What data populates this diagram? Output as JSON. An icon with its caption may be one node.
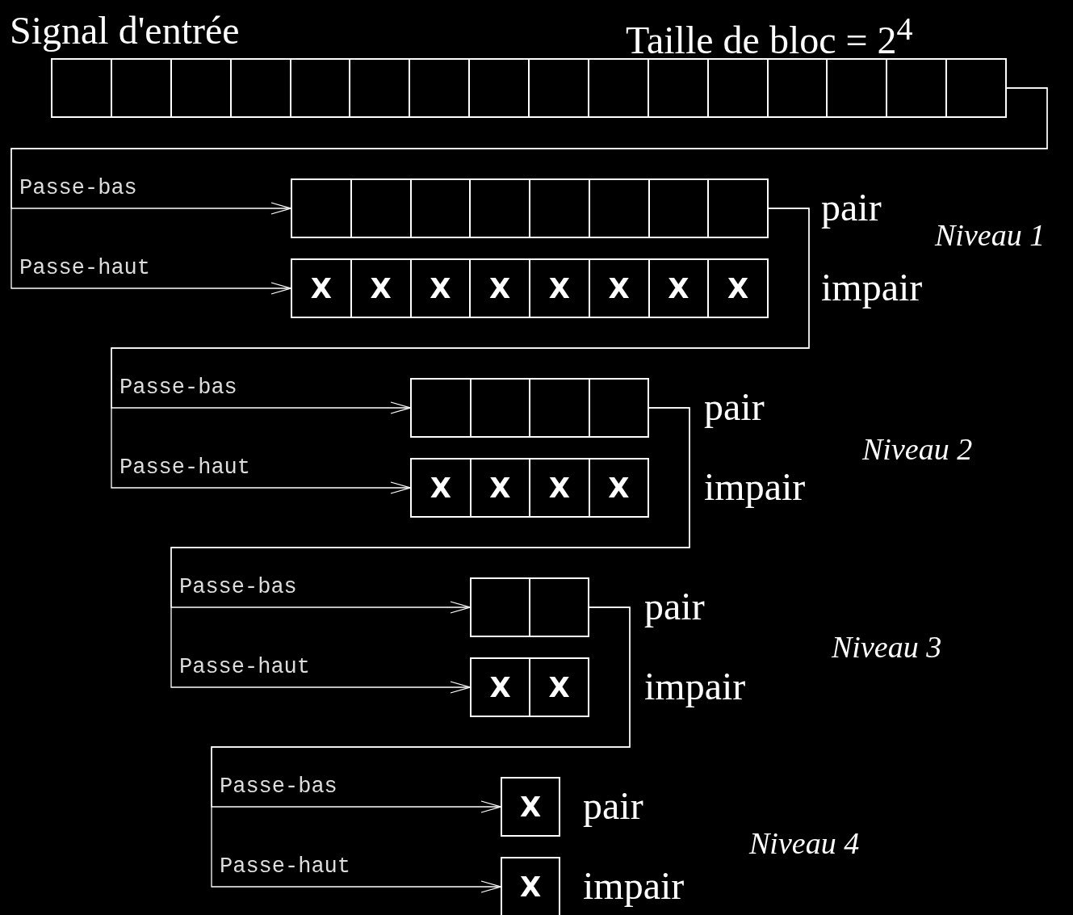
{
  "diagram": {
    "nodes": [
      {
        "text": [],
        "shape": "box"
      },
      {
        "text": [],
        "shape": "box",
        "in": 0
      },
      {
        "text": [],
        "shape": "box",
        "in": 0
      },
      {
        "text": [],
        "shape": "box",
        "in": 0
      },
      {
        "text": [],
        "shape": "box",
        "in": 0
      },
      {
        "text": [],
        "shape": "box",
        "in": 0
      },
      {
        "text": [],
        "shape": "box",
        "in": 0
      },
      {
        "text": [],
        "shape": "box",
        "in": 0
      },
      {
        "text": [],
        "shape": "box",
        "in": 0
      },
      {
        "text": [],
        "shape": "box",
        "in": 0
      },
      {
        "text": [],
        "shape": "box",
        "in": 0
      },
      {
        "text": [],
        "shape": "box",
        "in": 0
      },
      {
        "text": [],
        "shape": "box",
        "in": 0
      },
      {
        "text": [],
        "shape": "box",
        "in": 0
      },
      {
        "text": [],
        "shape": "box",
        "in": 0
      },
      {
        "text": [],
        "shape": "box",
        "in": 0
      },
      {
        "text": [],
        "shape": "box",
        "in": 0
      },
      {
        "text": [],
        "shape": "box",
        "beside": [
          "pair"
        ]
      },
      {
        "text": [],
        "shape": "box",
        "in": 17
      },
      {
        "text": [],
        "shape": "box",
        "in": 17
      },
      {
        "text": [],
        "shape": "box",
        "in": 17
      },
      {
        "text": [],
        "shape": "box",
        "in": 17
      },
      {
        "text": [],
        "shape": "box",
        "in": 17
      },
      {
        "text": [],
        "shape": "box",
        "in": 17
      },
      {
        "text": [],
        "shape": "box",
        "in": 17
      },
      {
        "text": [],
        "shape": "box",
        "in": 17
      },
      {
        "text": [],
        "shape": "box",
        "beside": [
          "impair"
        ]
      },
      {
        "text": [
          "X"
        ],
        "in": 26
      },
      {
        "text": [
          "X"
        ],
        "in": 26
      },
      {
        "text": [
          "X"
        ],
        "in": 26
      },
      {
        "text": [
          "X"
        ],
        "in": 26
      },
      {
        "text": [
          "X"
        ],
        "in": 26
      },
      {
        "text": [
          "X"
        ],
        "in": 26
      },
      {
        "text": [
          "X"
        ],
        "in": 26
      },
      {
        "text": [
          "X"
        ],
        "in": 26
      },
      {
        "text": [],
        "shape": "box",
        "beside": [
          "pair"
        ]
      },
      {
        "text": [],
        "shape": "box",
        "in": 35
      },
      {
        "text": [],
        "shape": "box",
        "in": 35
      },
      {
        "text": [],
        "shape": "box",
        "in": 35
      },
      {
        "text": [],
        "shape": "box",
        "in": 35
      },
      {
        "text": [],
        "shape": "box",
        "beside": [
          "impair"
        ]
      },
      {
        "text": [
          "X"
        ],
        "in": 40
      },
      {
        "text": [
          "X"
        ],
        "in": 40
      },
      {
        "text": [
          "X"
        ],
        "in": 40
      },
      {
        "text": [
          "X"
        ],
        "in": 40
      },
      {
        "text": [],
        "shape": "box",
        "beside": [
          "pair"
        ]
      },
      {
        "text": [],
        "shape": "box",
        "in": 45
      },
      {
        "text": [],
        "shape": "box",
        "in": 45
      },
      {
        "text": [],
        "shape": "box",
        "beside": [
          "impair"
        ]
      },
      {
        "text": [
          "X"
        ],
        "in": 48
      },
      {
        "text": [
          "X"
        ],
        "in": 48
      },
      {
        "text": [],
        "shape": "box",
        "beside": [
          "pair"
        ]
      },
      {
        "text": [
          "X"
        ],
        "in": 51
      },
      {
        "text": [],
        "shape": "box",
        "beside": [
          "impair"
        ]
      },
      {
        "text": [
          "X"
        ],
        "in": 53
      }
    ],
    "edges": [
      {
        "from": 0,
        "to": 17,
        "arrow": "to",
        "label": "Passe-bas"
      },
      {
        "from": 0,
        "to": 26,
        "arrow": "to",
        "label": "Passe-haut"
      },
      {
        "from": 17,
        "to": 35,
        "arrow": "to",
        "label": "Passe-bas"
      },
      {
        "from": 17,
        "to": 40,
        "arrow": "to",
        "label": "Passe-haut"
      },
      {
        "from": 35,
        "to": 45,
        "arrow": "to",
        "label": "Passe-bas"
      },
      {
        "from": 35,
        "to": 48,
        "arrow": "to",
        "label": "Passe-haut"
      },
      {
        "from": 45,
        "to": 51,
        "arrow": "to",
        "label": "Passe-bas"
      },
      {
        "from": 45,
        "to": 53,
        "arrow": "to",
        "label": "Passe-haut"
      }
    ],
    "labels": [
      "Signal d'entrée",
      "Taille de bloc = 2$^{4}$",
      "Niveau 1",
      "Niveau 2",
      "Niveau 3",
      "Niveau 4"
    ]
  }
}
